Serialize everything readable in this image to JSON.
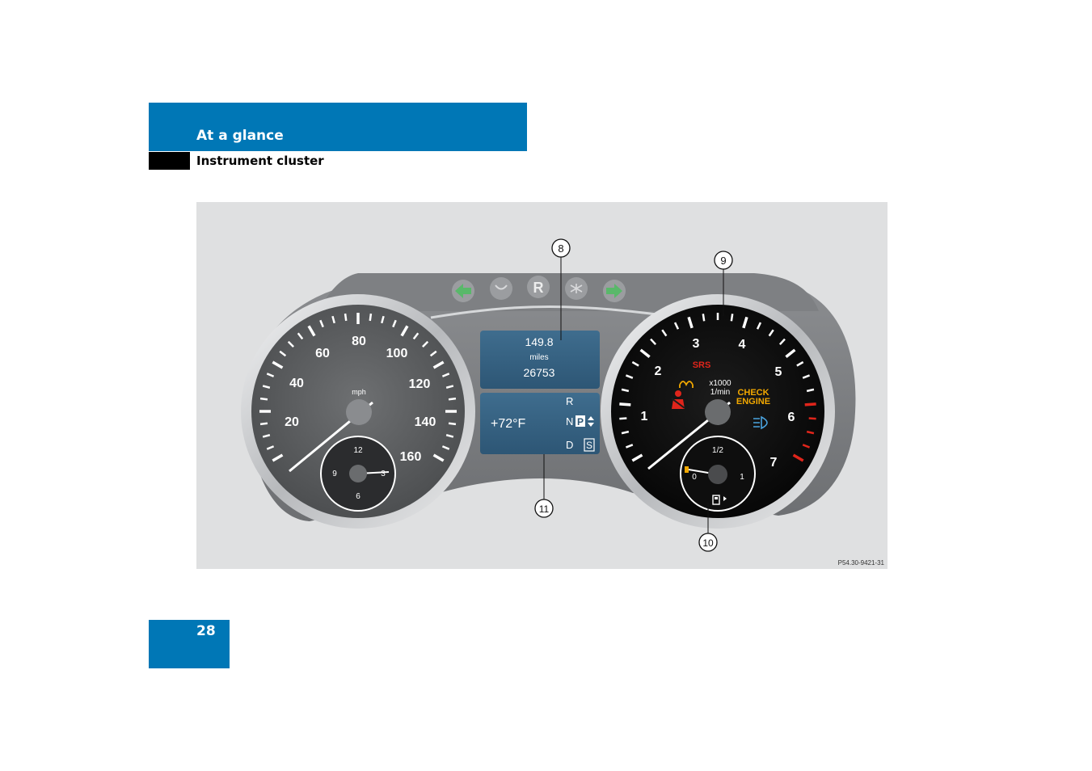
{
  "header": {
    "section": "At a glance",
    "subsection": "Instrument cluster"
  },
  "page": {
    "number": "28"
  },
  "figure": {
    "code": "P54.30-9421-31",
    "callouts": [
      "8",
      "9",
      "10",
      "11"
    ],
    "indicators": {
      "left_turn_icon": "arrow-left-icon",
      "right_turn_icon": "arrow-right-icon",
      "reverse": "R",
      "right_turn_color": "#59b86a"
    },
    "speedometer": {
      "unit": "mph",
      "labels": [
        "20",
        "40",
        "60",
        "80",
        "100",
        "120",
        "140",
        "160"
      ],
      "clock_labels": [
        "12",
        "3",
        "6",
        "9"
      ]
    },
    "display_top": {
      "trip": "149.8",
      "unit": "miles",
      "odometer": "26753"
    },
    "display_bottom": {
      "temperature": "+72°F",
      "gear_r": "R",
      "gear_n": "N",
      "gear_p": "P",
      "gear_d": "D",
      "gear_s": "S"
    },
    "tachometer": {
      "labels": [
        "1",
        "2",
        "3",
        "4",
        "5",
        "6",
        "7"
      ],
      "multiplier_line1": "x1000",
      "multiplier_line2": "1/min",
      "srs": "SRS",
      "check_line1": "CHECK",
      "check_line2": "ENGINE",
      "warning_color": "#e0251b",
      "check_color": "#f2a800",
      "fuel_labels": [
        "0",
        "1/2",
        "1"
      ]
    }
  }
}
